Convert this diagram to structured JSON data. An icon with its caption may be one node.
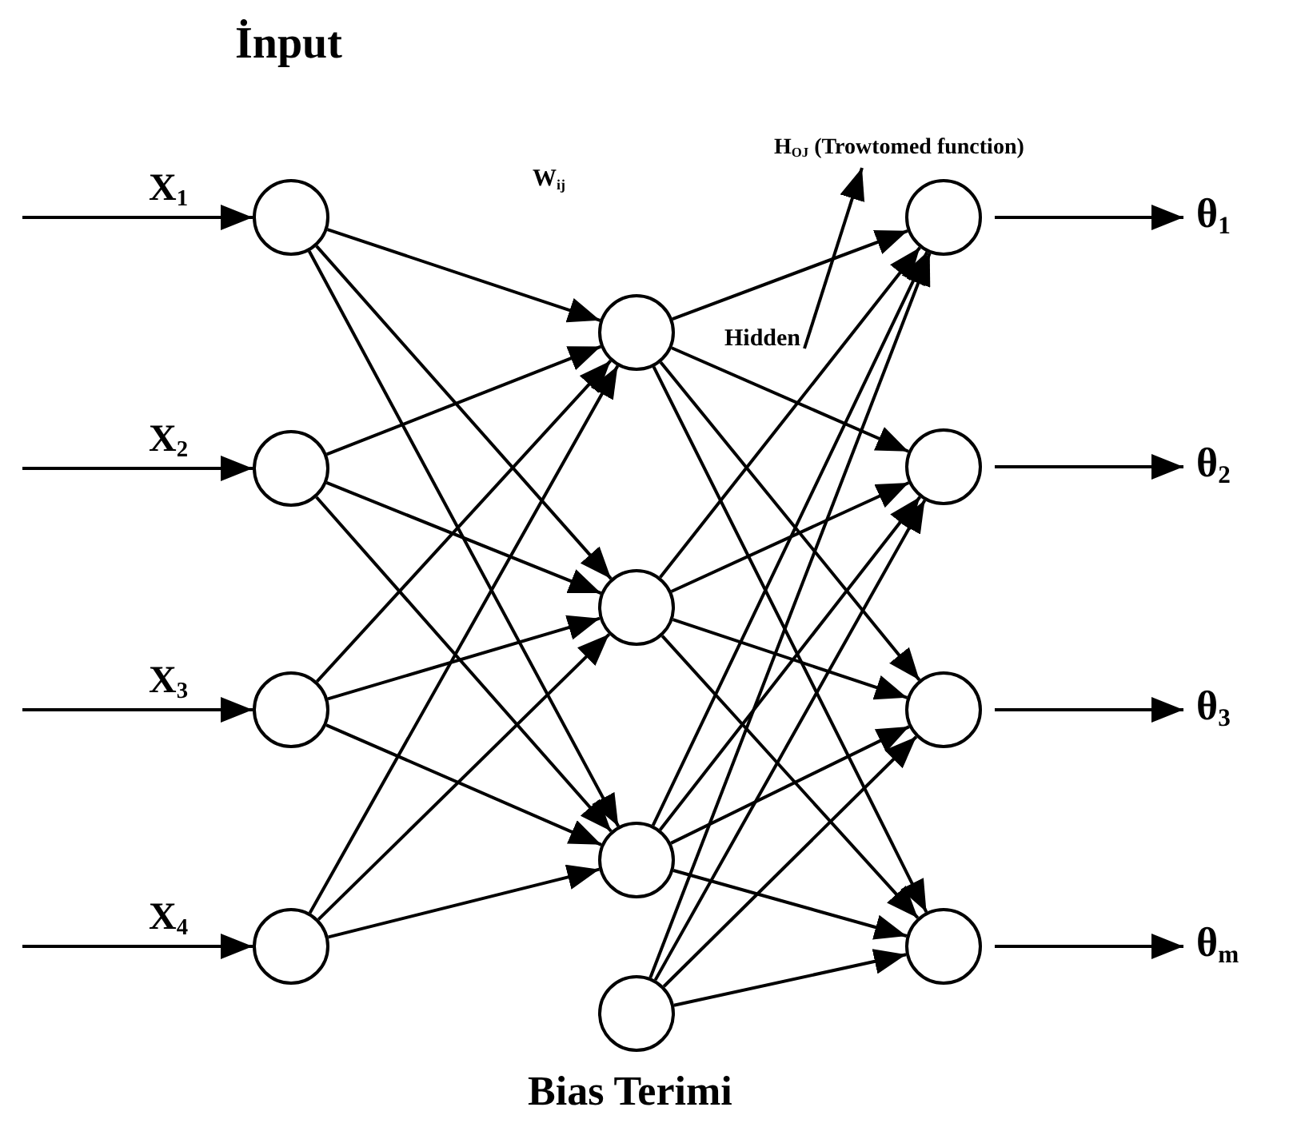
{
  "diagram": {
    "nodes": [
      {
        "text": [],
        "shape": "circle"
      },
      {
        "text": [],
        "shape": "circle"
      },
      {
        "text": [],
        "shape": "circle"
      },
      {
        "text": [],
        "shape": "circle"
      },
      {
        "text": [],
        "shape": "circle"
      },
      {
        "text": [],
        "shape": "circle"
      },
      {
        "text": [],
        "shape": "circle"
      },
      {
        "text": [],
        "shape": "circle",
        "beside": [
          "Bias Terimi"
        ]
      },
      {
        "text": [],
        "shape": "circle"
      },
      {
        "text": [],
        "shape": "circle"
      },
      {
        "text": [],
        "shape": "circle"
      },
      {
        "text": [],
        "shape": "circle"
      },
      {
        "text": [
          "θ$_{1}$"
        ]
      },
      {
        "text": [
          "θ$_{2}$"
        ]
      },
      {
        "text": [
          "θ$_{3}$"
        ]
      },
      {
        "text": [
          "θ$_{m}$"
        ]
      },
      {
        "text": [
          "Hidden"
        ]
      },
      {
        "text": [
          "H$_{OJ}$ (Trowtomed function)"
        ]
      }
    ],
    "edges": [
      {
        "from": null,
        "to": 0,
        "arrow": "to",
        "label": "X$_{1}$"
      },
      {
        "from": null,
        "to": 1,
        "arrow": "to",
        "label": "X$_{2}$"
      },
      {
        "from": null,
        "to": 2,
        "arrow": "to",
        "label": "X$_{3}$"
      },
      {
        "from": null,
        "to": 3,
        "arrow": "to",
        "label": "X$_{4}$"
      },
      {
        "from": 0,
        "to": 4,
        "arrow": "to"
      },
      {
        "from": 0,
        "to": 5,
        "arrow": "to"
      },
      {
        "from": 0,
        "to": 6,
        "arrow": "to"
      },
      {
        "from": 1,
        "to": 4,
        "arrow": "to"
      },
      {
        "from": 1,
        "to": 5,
        "arrow": "to"
      },
      {
        "from": 1,
        "to": 6,
        "arrow": "to"
      },
      {
        "from": 2,
        "to": 4,
        "arrow": "to"
      },
      {
        "from": 2,
        "to": 5,
        "arrow": "to"
      },
      {
        "from": 2,
        "to": 6,
        "arrow": "to"
      },
      {
        "from": 3,
        "to": 4,
        "arrow": "to"
      },
      {
        "from": 3,
        "to": 5,
        "arrow": "to"
      },
      {
        "from": 3,
        "to": 6,
        "arrow": "to"
      },
      {
        "from": 4,
        "to": 8,
        "arrow": "to"
      },
      {
        "from": 4,
        "to": 9,
        "arrow": "to"
      },
      {
        "from": 4,
        "to": 10,
        "arrow": "to"
      },
      {
        "from": 4,
        "to": 11,
        "arrow": "to"
      },
      {
        "from": 5,
        "to": 8,
        "arrow": "to"
      },
      {
        "from": 5,
        "to": 9,
        "arrow": "to"
      },
      {
        "from": 5,
        "to": 10,
        "arrow": "to"
      },
      {
        "from": 5,
        "to": 11,
        "arrow": "to"
      },
      {
        "from": 6,
        "to": 8,
        "arrow": "to"
      },
      {
        "from": 6,
        "to": 9,
        "arrow": "to"
      },
      {
        "from": 6,
        "to": 10,
        "arrow": "to"
      },
      {
        "from": 6,
        "to": 11,
        "arrow": "to"
      },
      {
        "from": 7,
        "to": 8,
        "arrow": "to"
      },
      {
        "from": 7,
        "to": 9,
        "arrow": "to"
      },
      {
        "from": 7,
        "to": 10,
        "arrow": "to"
      },
      {
        "from": 7,
        "to": 11,
        "arrow": "to"
      },
      {
        "from": 8,
        "to": 12,
        "arrow": "to"
      },
      {
        "from": 9,
        "to": 13,
        "arrow": "to"
      },
      {
        "from": 10,
        "to": 14,
        "arrow": "to"
      },
      {
        "from": 11,
        "to": 15,
        "arrow": "to"
      },
      {
        "from": 16,
        "to": 17,
        "arrow": "to"
      }
    ],
    "labels": [
      "İnput",
      "W$_{ij}$"
    ]
  }
}
